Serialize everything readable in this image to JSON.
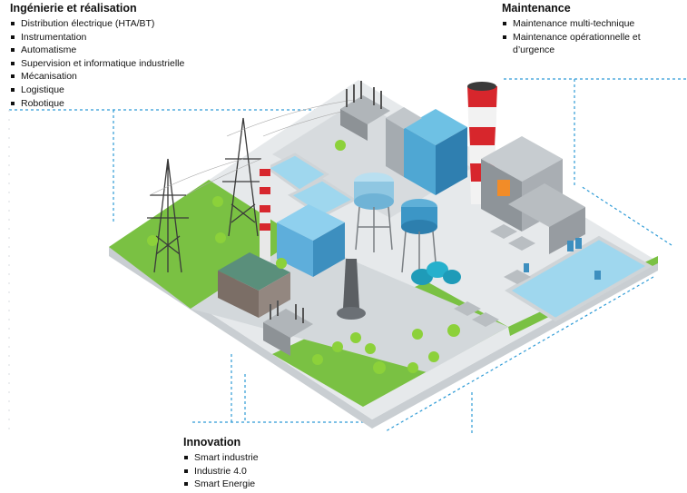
{
  "sections": {
    "ingenierie": {
      "title": "Ingénierie et réalisation",
      "items": [
        "Distribution électrique (HTA/BT)",
        "Instrumentation",
        "Automatisme",
        "Supervision et informatique industrielle",
        "Mécanisation",
        "Logistique",
        "Robotique"
      ]
    },
    "maintenance": {
      "title": "Maintenance",
      "items": [
        "Maintenance multi-technique",
        "Maintenance opérationnelle et",
        "d’urgence"
      ]
    },
    "innovation": {
      "title": "Innovation",
      "items": [
        "Smart industrie",
        "Industrie 4.0",
        "Smart Energie"
      ]
    }
  },
  "colors": {
    "grass": "#7ac143",
    "ground": "#e3e6e8",
    "road": "#d0d5d8",
    "water": "#9fd7ee",
    "building_blue": "#4fa7d3",
    "chimney_red": "#d7262c",
    "dashed_line": "#2e9bd6"
  },
  "illustration": "isometric-industrial-plant"
}
